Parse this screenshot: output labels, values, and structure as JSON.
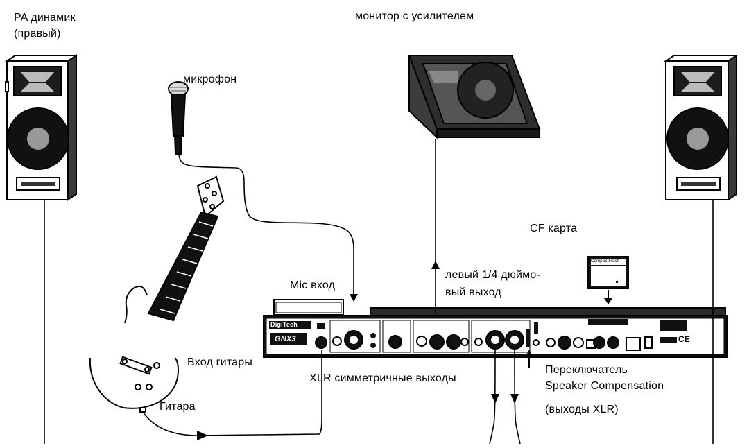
{
  "labels": {
    "pa_speaker_right_line1": "PA динамик",
    "pa_speaker_right_line2": "(правый)",
    "powered_monitor": "монитор с усилителем",
    "microphone": "микрофон",
    "cf_card": "CF карта",
    "left_out_line1": "левый 1/4 дюймо-",
    "left_out_line2": "вый выход",
    "mic_input": "Mic вход",
    "guitar_input": "Вход гитары",
    "xlr_outputs": "XLR симметричные выходы",
    "speaker_comp_line1": "Переключатель",
    "speaker_comp_line2": "Speaker Compensation",
    "speaker_comp_line3": "(выходы XLR)",
    "guitar": "Гитара"
  },
  "device_badges": {
    "brand": "DigiTech",
    "model": "GNX3",
    "cf_label": "CompactFlash",
    "ce_mark": "CE"
  }
}
